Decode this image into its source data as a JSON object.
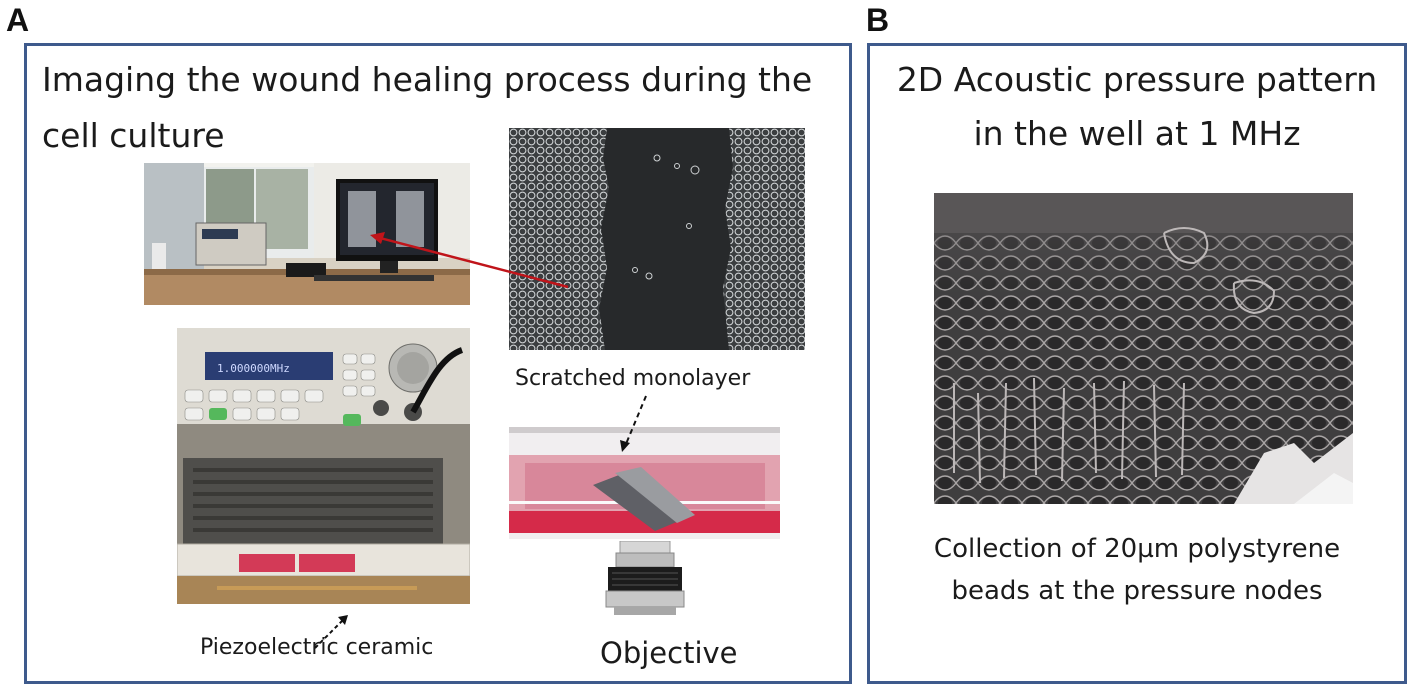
{
  "panel_a": {
    "letter": "A",
    "title": "Imaging the wound healing process during the cell culture",
    "labels": {
      "scratched": "Scratched monolayer",
      "piezo": "Piezoelectric ceramic",
      "objective": "Objective"
    },
    "generator_display": "1.000000MHz"
  },
  "panel_b": {
    "letter": "B",
    "title_line1": "2D Acoustic pressure pattern",
    "title_line2": "in the well at 1 MHz",
    "caption_line1": "Collection of 20µm polystyrene",
    "caption_line2": "beads at the pressure nodes"
  },
  "colors": {
    "panel_border": "#3e5a8c",
    "arrow_red": "#c0141a",
    "medium_pink": "#d85a74"
  }
}
